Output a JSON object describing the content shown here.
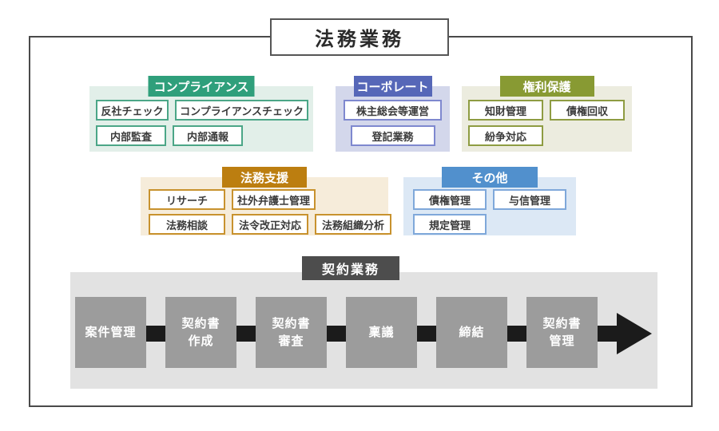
{
  "title": "法務業務",
  "colors": {
    "frame_border": "#4a4a4a",
    "compliance_header": "#2f9f7b",
    "compliance_panel": "#e2efe9",
    "corporate_header": "#5667b8",
    "corporate_panel": "#d3d7eb",
    "rights_header": "#889a33",
    "rights_panel": "#ececdf",
    "support_header": "#bc7e10",
    "support_panel": "#f6ecda",
    "others_header": "#5190cd",
    "others_panel": "#dce8f5",
    "contract_header": "#4d4d4d",
    "contract_panel": "#e2e2e2",
    "step_box": "#9c9c9c",
    "arrow": "#1b1b1b"
  },
  "sections": {
    "compliance": {
      "label": "コンプライアンス",
      "items": [
        "反社チェック",
        "コンプライアンスチェック",
        "内部監査",
        "内部通報"
      ]
    },
    "corporate": {
      "label": "コーポレート",
      "items": [
        "株主総会等運営",
        "登記業務"
      ]
    },
    "rights": {
      "label": "権利保護",
      "items": [
        "知財管理",
        "債権回収",
        "紛争対応"
      ]
    },
    "support": {
      "label": "法務支援",
      "items": [
        "リサーチ",
        "社外弁護士管理",
        "法務相談",
        "法令改正対応",
        "法務組織分析"
      ]
    },
    "others": {
      "label": "その他",
      "items": [
        "債権管理",
        "与信管理",
        "規定管理"
      ]
    }
  },
  "contract": {
    "label": "契約業務",
    "steps": [
      [
        "案件管理"
      ],
      [
        "契約書",
        "作成"
      ],
      [
        "契約書",
        "審査"
      ],
      [
        "稟議"
      ],
      [
        "締結"
      ],
      [
        "契約書",
        "管理"
      ]
    ]
  }
}
